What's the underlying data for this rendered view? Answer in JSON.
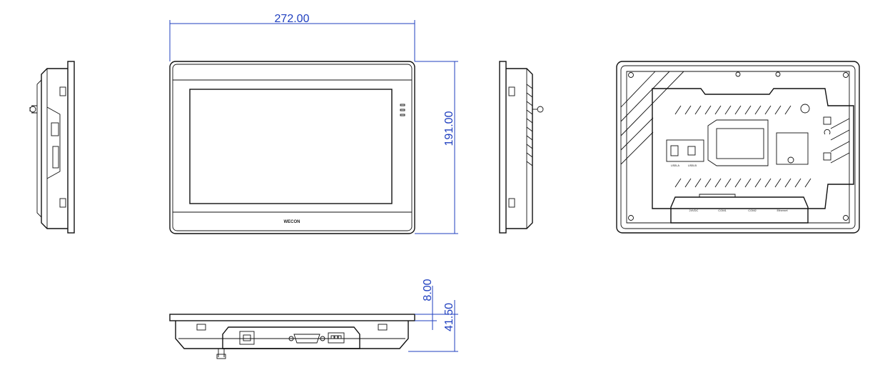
{
  "dimensions": {
    "width": "272.00",
    "height": "191.00",
    "bezel": "8.00",
    "depth": "41.50"
  },
  "front": {
    "brand": "WECON"
  },
  "rear": {
    "usb_a": "USB-A",
    "usb_b": "USB-B",
    "power": "24VDC",
    "com1": "COM1",
    "com2": "COM2",
    "ethernet": "Ethernet"
  }
}
